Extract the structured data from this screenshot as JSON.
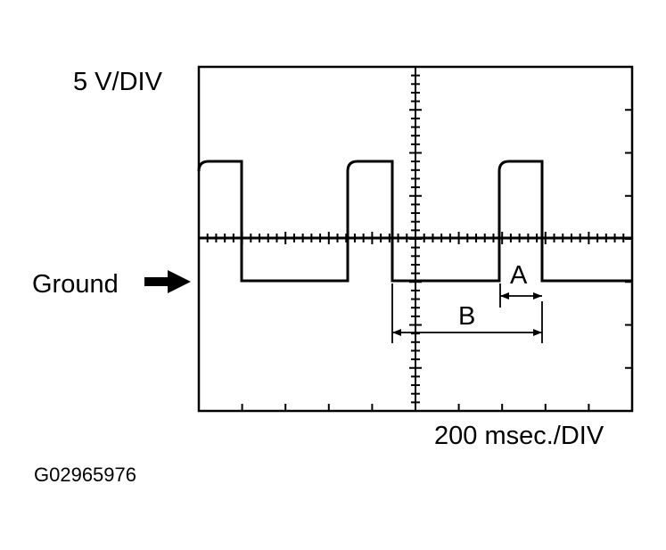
{
  "labels": {
    "volts_per_div": "5 V/DIV",
    "time_per_div": "200 msec./DIV",
    "ground": "Ground",
    "figure_id": "G02965976"
  },
  "markers": {
    "a": "A",
    "b": "B"
  },
  "colors": {
    "line": "#000000",
    "background": "#ffffff"
  },
  "icons": {
    "ground_pointer": "right-arrow-icon"
  }
}
